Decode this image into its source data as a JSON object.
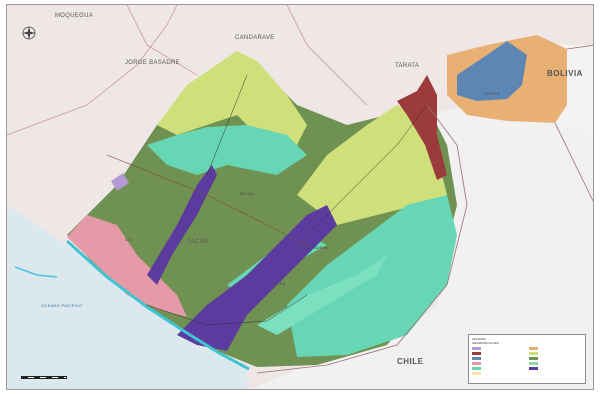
{
  "map": {
    "labels": {
      "moquegua": "MOQUEGUA",
      "jorge_basadre": "JORGE BASADRE",
      "candarave": "CANDARAVE",
      "tarata": "TARATA",
      "bolivia": "BOLIVIA",
      "chile": "CHILE",
      "tacna": "TACNA",
      "ocean": "OCEANO PACIFICO"
    },
    "zone_labels": [
      "ILO",
      "TACNA",
      "TACNA",
      "CIUDAD NUEVA",
      "TARATA"
    ],
    "colors": {
      "sea": "#dbe9ef",
      "land_outside": "#efe6e6",
      "olive_green": "#6f9152",
      "purple": "#5b3c9e",
      "mint": "#66d6b4",
      "yellow_green": "#cfe07a",
      "pink": "#e49aa7",
      "blue_grey": "#5d86b4",
      "orange": "#e8b072",
      "dark_red": "#9c3b3c",
      "lavender": "#b49ad2"
    }
  },
  "legend": {
    "heading": "LEYENDA",
    "subheading": "GEOMORFOLOGIA",
    "items": [
      {
        "label": "",
        "color": "#b49ad2"
      },
      {
        "label": "",
        "color": "#e8b072"
      },
      {
        "label": "",
        "color": "#9c3b3c"
      },
      {
        "label": "",
        "color": "#cfe07a"
      },
      {
        "label": "",
        "color": "#5d86b4"
      },
      {
        "label": "",
        "color": "#6f9152"
      },
      {
        "label": "",
        "color": "#e49aa7"
      },
      {
        "label": "",
        "color": "#8fd9a8"
      },
      {
        "label": "",
        "color": "#66d6b4"
      },
      {
        "label": "",
        "color": "#5b3c9e"
      },
      {
        "label": "",
        "color": "#f3e6a2"
      }
    ]
  }
}
